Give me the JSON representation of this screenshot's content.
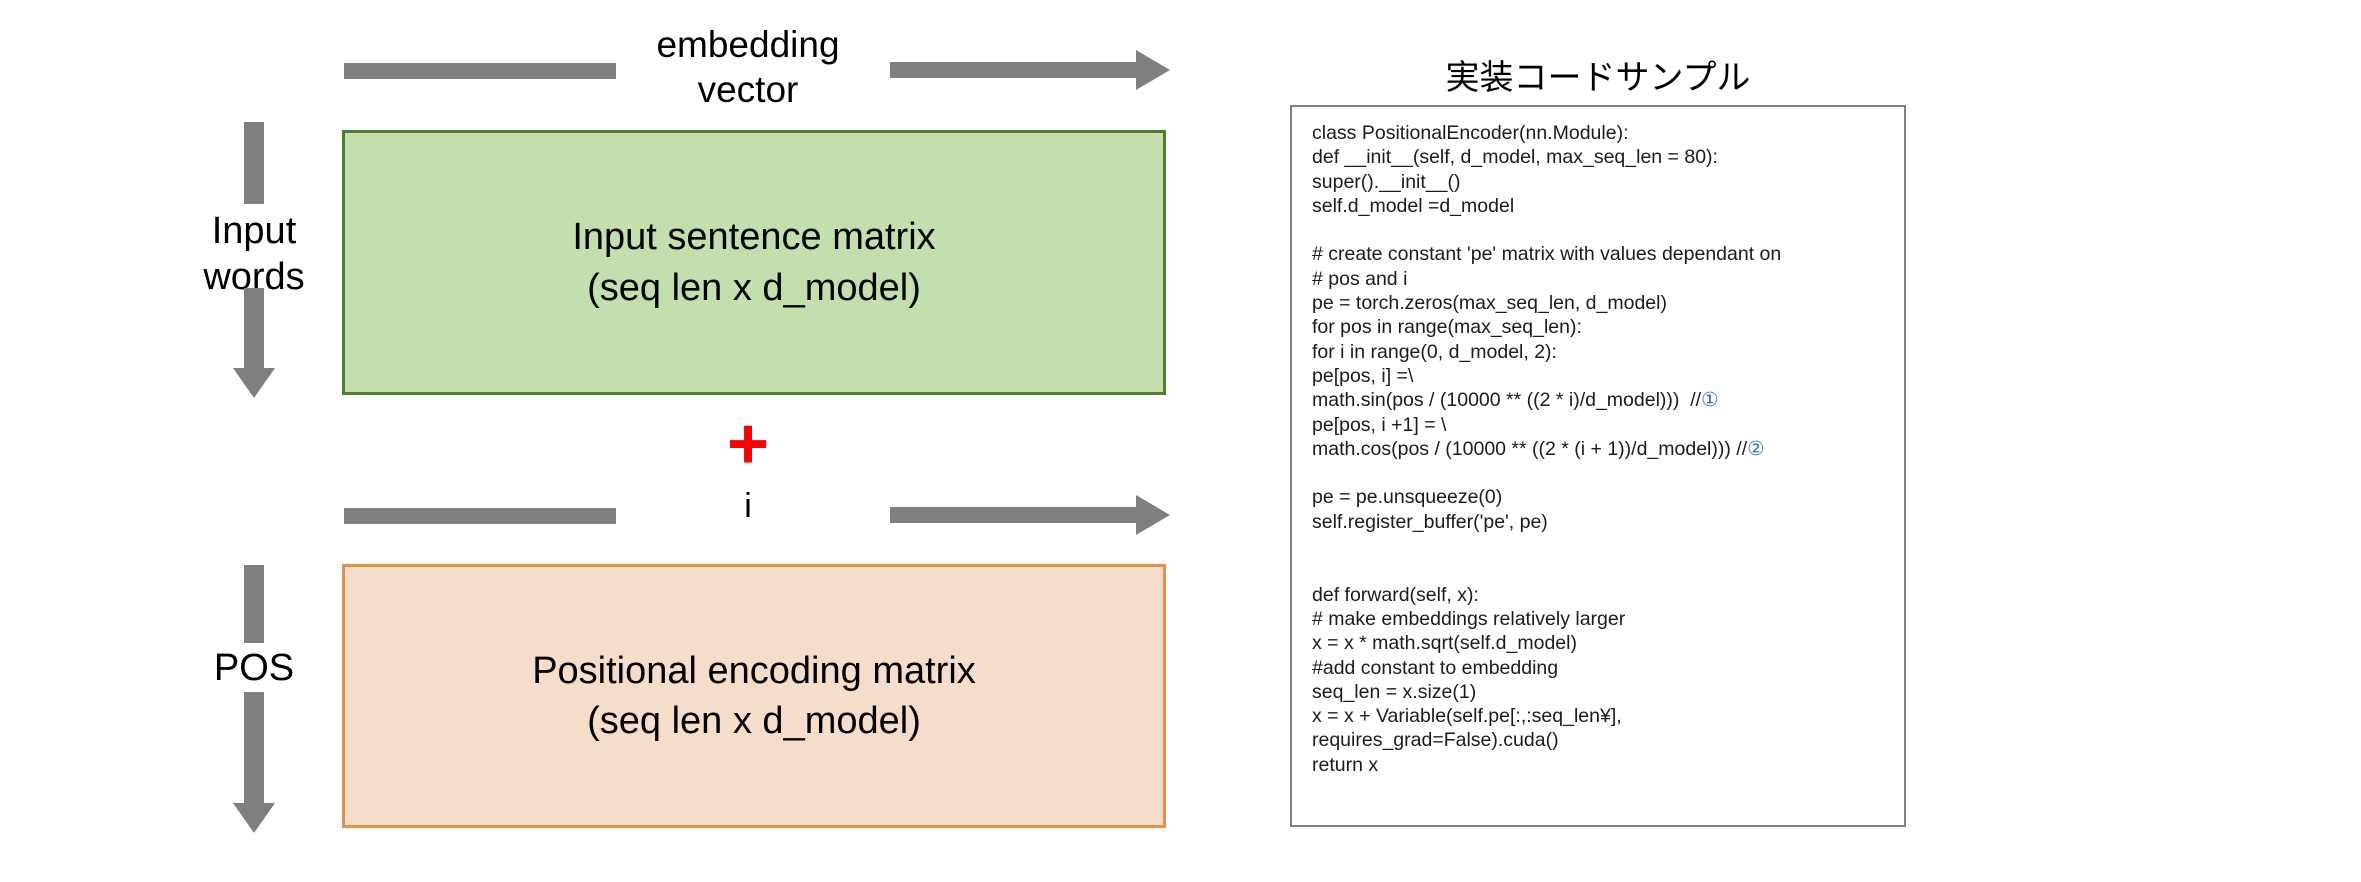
{
  "diagram": {
    "embedding_label_line1": "embedding",
    "embedding_label_line2": "vector",
    "plus_symbol": "+",
    "i_label": "i",
    "input_words_line1": "Input",
    "input_words_line2": "words",
    "pos_label": "POS",
    "input_matrix": {
      "line1": "Input sentence matrix",
      "line2": "(seq len x d_model)"
    },
    "positional_matrix": {
      "line1": "Positional encoding matrix",
      "line2": "(seq len x d_model)"
    },
    "colors": {
      "input_matrix_fill": "#c4dfae",
      "input_matrix_border": "#4f7d32",
      "positional_matrix_fill": "#f4ddc9",
      "positional_matrix_border": "#e09348",
      "arrow_gray": "#7f7f7f",
      "plus_red": "#ff0000"
    }
  },
  "code_panel": {
    "title": "実装コードサンプル",
    "border_color": "#808080",
    "circled_marker_color": "#2e74b5",
    "lines": [
      "class PositionalEncoder(nn.Module):",
      "def __init__(self, d_model, max_seq_len = 80):",
      "super().__init__()",
      "self.d_model =d_model",
      "",
      "# create constant 'pe' matrix with values dependant on",
      "# pos and i",
      "pe = torch.zeros(max_seq_len, d_model)",
      "for pos in range(max_seq_len):",
      "for i in range(0, d_model, 2):",
      "pe[pos, i] =\\",
      "math.sin(pos / (10000 ** ((2 * i)/d_model)))  //①",
      "pe[pos, i +1] = \\",
      "math.cos(pos / (10000 ** ((2 * (i + 1))/d_model))) //②",
      "",
      "pe = pe.unsqueeze(0)",
      "self.register_buffer('pe', pe)",
      "",
      "",
      "def forward(self, x):",
      "# make embeddings relatively larger",
      "x = x * math.sqrt(self.d_model)",
      "#add constant to embedding",
      "seq_len = x.size(1)",
      "x = x + Variable(self.pe[:,:seq_len¥],",
      "requires_grad=False).cuda()",
      "return x"
    ]
  }
}
